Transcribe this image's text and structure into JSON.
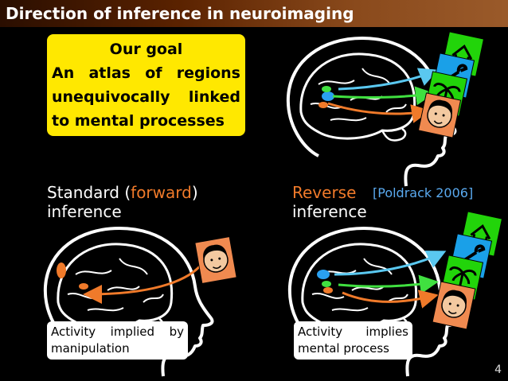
{
  "slide": {
    "title": "Direction of inference in neuroimaging",
    "page_number": "4"
  },
  "goal_box": {
    "heading": "Our goal",
    "line1": [
      "An",
      "atlas",
      "of",
      "regions"
    ],
    "line2": [
      "unequivocally",
      "linked"
    ],
    "line3": "to mental processes"
  },
  "forward": {
    "label_pre": "Standard (",
    "label_word": "forward",
    "label_post": ")",
    "label_line2": "inference",
    "caption_line1": [
      "Activity",
      "implied",
      "by"
    ],
    "caption_line2": "manipulation"
  },
  "reverse": {
    "label_word": "Reverse",
    "label_line2": "inference",
    "citation": "[Poldrack 2006]",
    "caption_line1": [
      "Activity",
      "implies"
    ],
    "caption_line2": "mental process"
  },
  "colors": {
    "accent_orange": "#f07a2a",
    "accent_blue": "#5aaaf0",
    "goal_yellow": "#ffe800",
    "card_green": "#22d40a",
    "card_blue": "#1aa0e8",
    "card_orange": "#f08a50"
  },
  "icons": [
    "house-icon",
    "wrench-icon",
    "palm-tree-icon",
    "face-icon"
  ]
}
